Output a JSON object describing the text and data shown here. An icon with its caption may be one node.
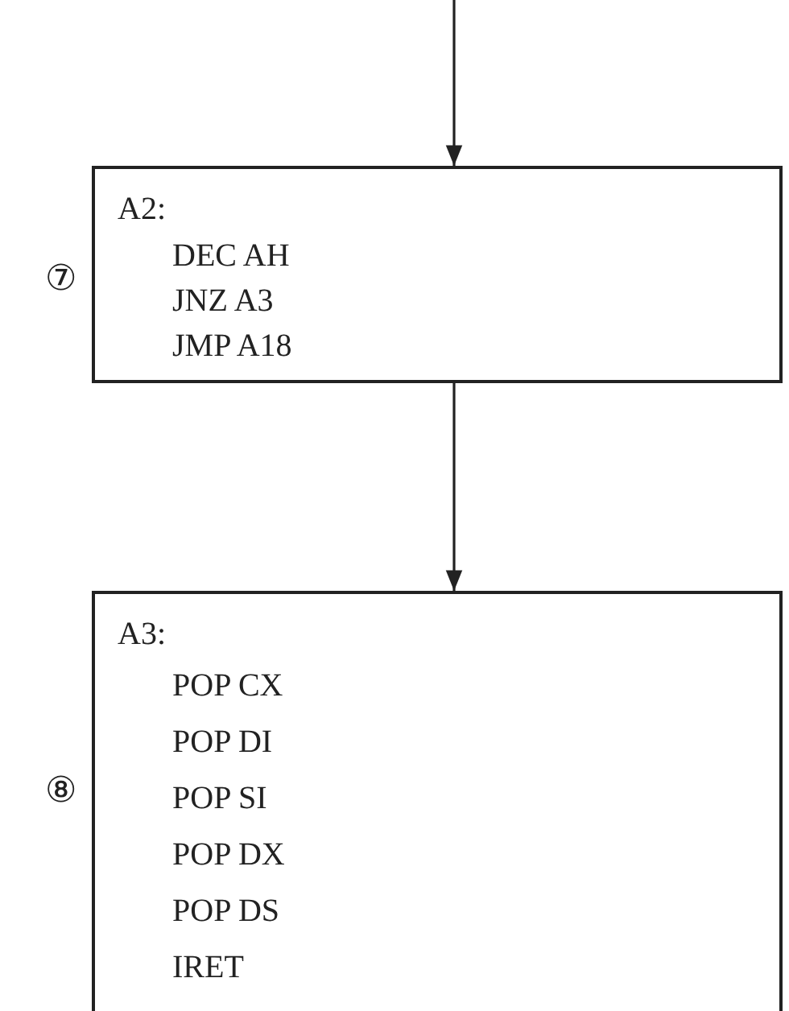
{
  "diagram": {
    "nodes": [
      {
        "text": [
          "A2:",
          "DEC AH",
          "JNZ A3",
          "JMP A18"
        ],
        "beside": [
          "⑦"
        ]
      },
      {
        "text": [
          "A3:",
          "POP CX",
          "POP DI",
          "POP SI",
          "POP DX",
          "POP DS",
          "IRET"
        ],
        "beside": [
          "⑧"
        ]
      }
    ],
    "edges": [
      {
        "from": null,
        "to": 0,
        "arrow": "to"
      },
      {
        "from": 0,
        "to": 1,
        "arrow": "to"
      }
    ]
  }
}
